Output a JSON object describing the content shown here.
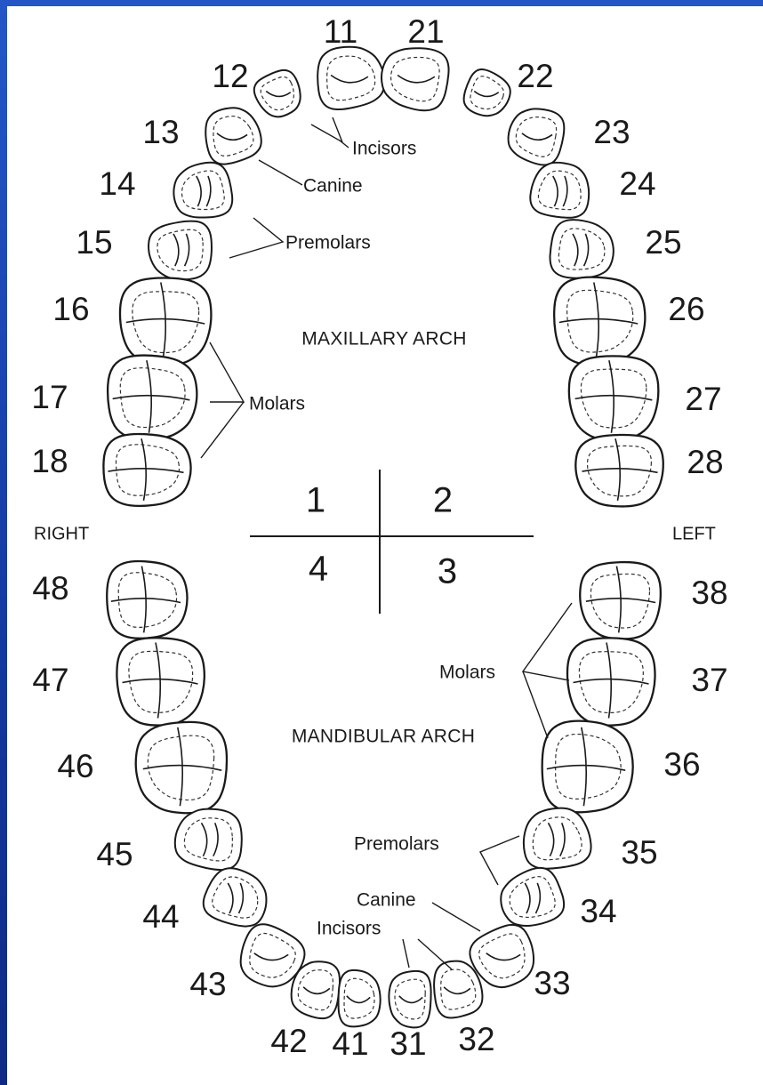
{
  "sides": {
    "right": "RIGHT",
    "left": "LEFT"
  },
  "arches": {
    "maxillary": "MAXILLARY ARCH",
    "mandibular": "MANDIBULAR ARCH"
  },
  "quadrants": [
    "1",
    "2",
    "3",
    "4"
  ],
  "upper_labels": {
    "incisors": "Incisors",
    "canine": "Canine",
    "premolars": "Premolars",
    "molars": "Molars"
  },
  "lower_labels": {
    "molars": "Molars",
    "premolars": "Premolars",
    "canine": "Canine",
    "incisors": "Incisors"
  },
  "teeth_numbers": {
    "t11": "11",
    "t12": "12",
    "t13": "13",
    "t14": "14",
    "t15": "15",
    "t16": "16",
    "t17": "17",
    "t18": "18",
    "t21": "21",
    "t22": "22",
    "t23": "23",
    "t24": "24",
    "t25": "25",
    "t26": "26",
    "t27": "27",
    "t28": "28",
    "t31": "31",
    "t32": "32",
    "t33": "33",
    "t34": "34",
    "t35": "35",
    "t36": "36",
    "t37": "37",
    "t38": "38",
    "t41": "41",
    "t42": "42",
    "t43": "43",
    "t44": "44",
    "t45": "45",
    "t46": "46",
    "t47": "47",
    "t48": "48"
  }
}
